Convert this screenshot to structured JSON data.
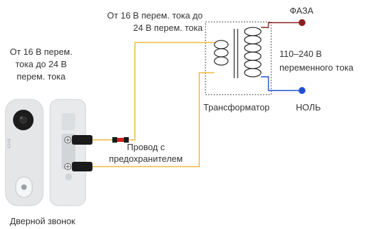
{
  "labels": {
    "doorbell_voltage_line1": "От 16 В перем.",
    "doorbell_voltage_line2": "тока до 24 В",
    "doorbell_voltage_line3": "перем. тока",
    "transformer_output_line1": "От 16 В перем. тока до",
    "transformer_output_line2": "24 В перем. тока",
    "phase": "ФАЗА",
    "mains_line1": "110–240 В",
    "mains_line2": "переменного тока",
    "transformer": "Трансформатор",
    "neutral": "НОЛЬ",
    "fuse_wire_line1": "Провод с",
    "fuse_wire_line2": "предохранителем",
    "doorbell": "Дверной звонок",
    "brand_logo": "EZVIZ"
  },
  "colors": {
    "wire_yellow": "#f2b83a",
    "wire_brown": "#8b1e1e",
    "wire_blue": "#1f4fd0",
    "phase_dot": "#8b1e1e",
    "neutral_dot": "#1f4fd0",
    "coil": "#333333",
    "box_dash": "#444444",
    "doorbell_body": "#e4e6e8",
    "plug_black": "#1a1a1a",
    "fuse_red": "#d42020"
  }
}
